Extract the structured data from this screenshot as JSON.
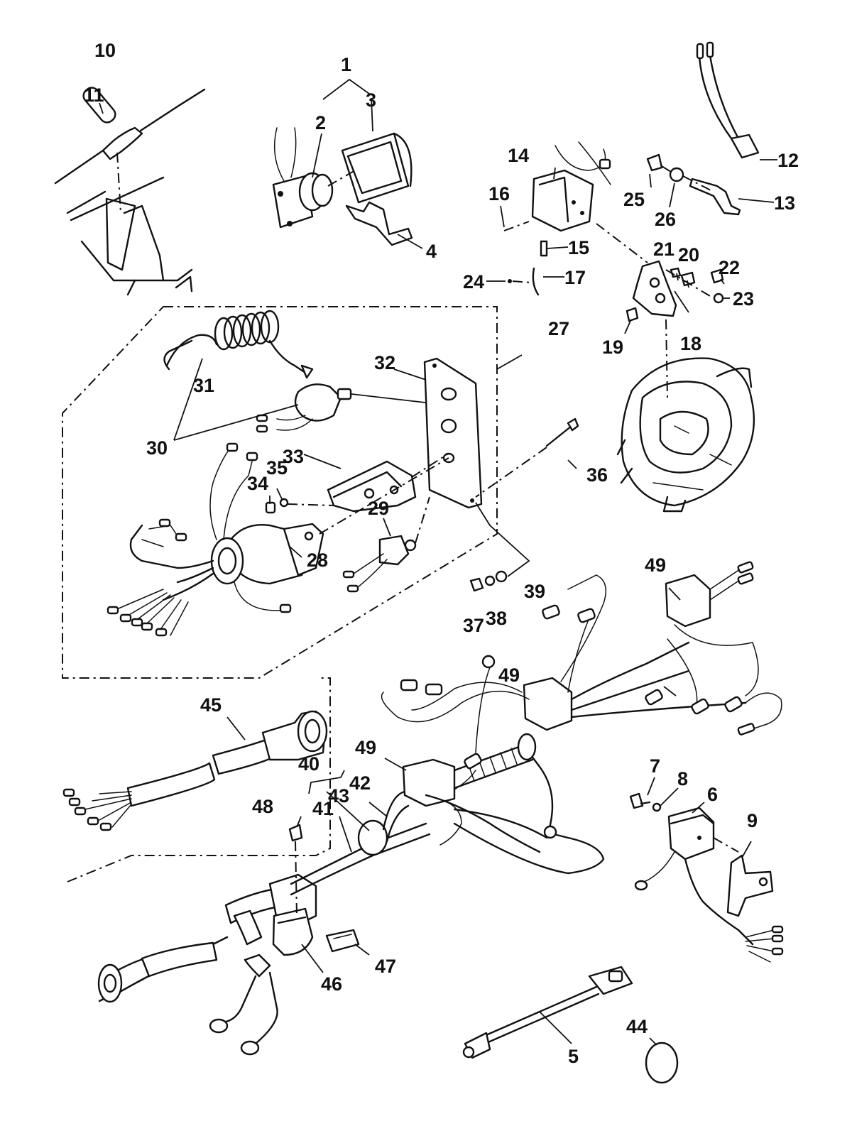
{
  "callouts": {
    "c1": "1",
    "c2": "2",
    "c3": "3",
    "c4": "4",
    "c5": "5",
    "c6": "6",
    "c7": "7",
    "c8": "8",
    "c9": "9",
    "c10": "10",
    "c11": "11",
    "c12": "12",
    "c13": "13",
    "c14": "14",
    "c15": "15",
    "c16": "16",
    "c17": "17",
    "c18": "18",
    "c19": "19",
    "c20": "20",
    "c21": "21",
    "c22": "22",
    "c23": "23",
    "c24": "24",
    "c25": "25",
    "c26": "26",
    "c27": "27",
    "c28": "28",
    "c29": "29",
    "c30": "30",
    "c31": "31",
    "c32": "32",
    "c33": "33",
    "c34": "34",
    "c35": "35",
    "c36": "36",
    "c37": "37",
    "c38": "38",
    "c39": "39",
    "c40": "40",
    "c41": "41",
    "c42": "42",
    "c43": "43",
    "c44": "44",
    "c45": "45",
    "c46": "46",
    "c47": "47",
    "c48": "48",
    "c49a": "49",
    "c49b": "49",
    "c49c": "49"
  },
  "colors": {
    "ink": "#111111",
    "paper": "#ffffff"
  }
}
